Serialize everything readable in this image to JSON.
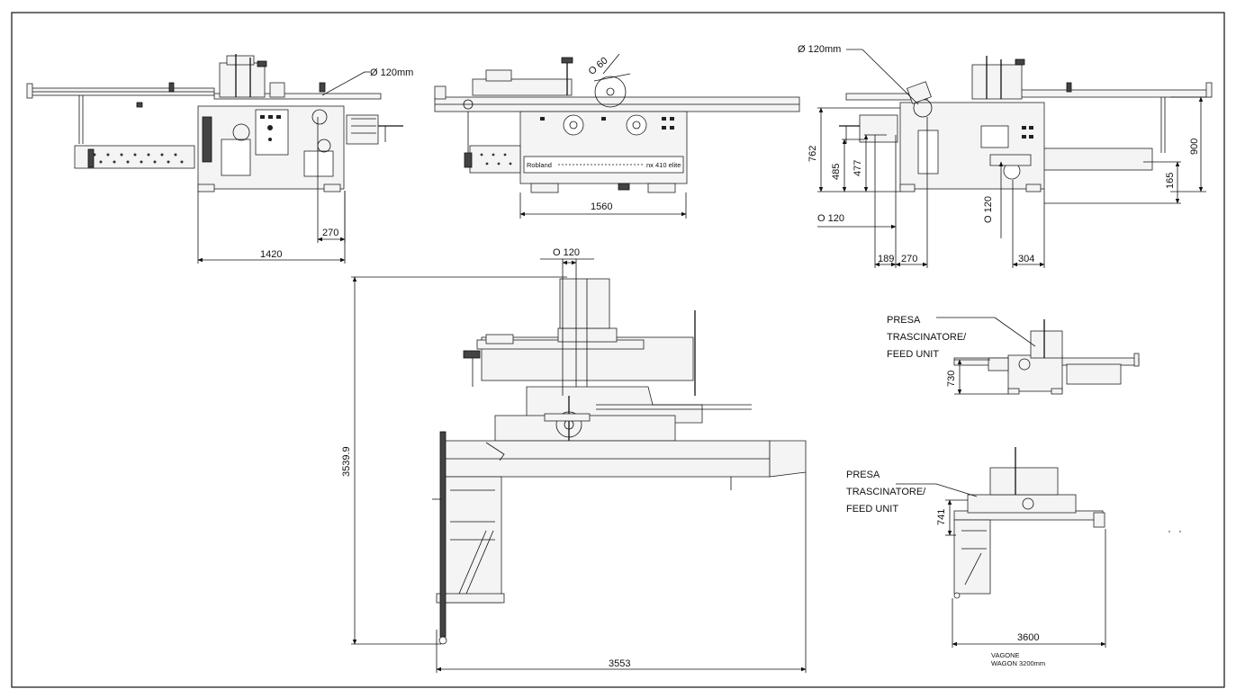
{
  "drawing": {
    "front_view": {
      "diameter_label": "Ø 120mm",
      "dim_width": "1420",
      "dim_offset": "270"
    },
    "side_view": {
      "angle_label": "O 60",
      "brand_text": "Robland",
      "model_text": "nx 410 elite",
      "dim_width": "1560"
    },
    "right_view": {
      "diameter_label": "Ø 120mm",
      "dim_762": "762",
      "dim_485": "485",
      "dim_477": "477",
      "dim_o120_left": "O 120",
      "dim_189": "189",
      "dim_270": "270",
      "dim_o120_vertical": "O 120",
      "dim_304": "304",
      "dim_900": "900",
      "dim_165": "165"
    },
    "top_view": {
      "dim_o120": "O 120",
      "dim_height": "3539.9",
      "dim_width": "3553"
    },
    "feed_unit_view_1": {
      "label_line1": "PRESA",
      "label_line2": "TRASCINATORE/",
      "label_line3": "FEED UNIT",
      "dim_height": "730"
    },
    "feed_unit_view_2": {
      "label_line1": "PRESA",
      "label_line2": "TRASCINATORE/",
      "label_line3": "FEED UNIT",
      "dim_height": "741",
      "dim_width": "3600",
      "wagon_line1": "VAGONE",
      "wagon_line2": "WAGON  3200mm"
    }
  }
}
